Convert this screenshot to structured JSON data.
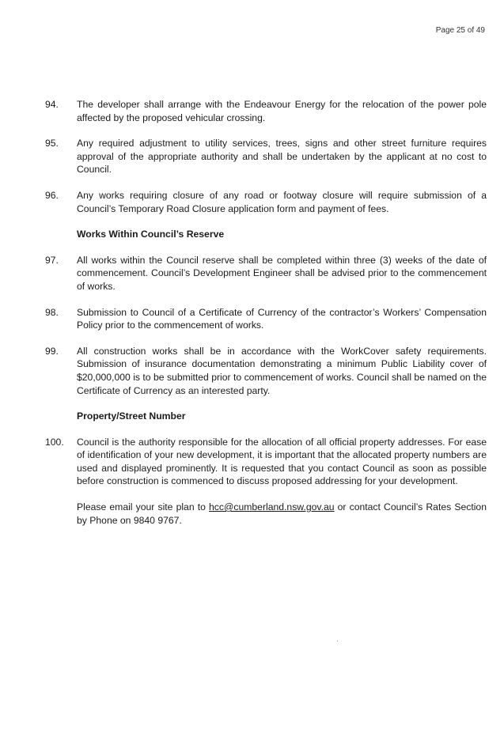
{
  "page_number": "Page 25 of 49",
  "items_a": [
    {
      "num": "94.",
      "text": "The developer shall arrange with the Endeavour Energy for the relocation of the power pole affected by the proposed vehicular crossing."
    },
    {
      "num": "95.",
      "text": "Any required adjustment to utility services, trees, signs and other street furniture requires approval of the appropriate authority and shall be undertaken by the applicant at no cost to Council."
    },
    {
      "num": "96.",
      "text": "Any works requiring closure of any road or footway closure will require submission of a Council’s Temporary Road Closure application form and payment of fees."
    }
  ],
  "heading_reserve": "Works Within Council’s Reserve",
  "items_b": [
    {
      "num": "97.",
      "text": "All works within the Council reserve shall be completed within three (3) weeks of the date of commencement.   Council’s Development Engineer shall be advised prior to the commencement of works."
    },
    {
      "num": "98.",
      "text": "Submission to Council of a Certificate of Currency of the contractor’s Workers’ Compensation Policy prior to the commencement of works."
    },
    {
      "num": "99.",
      "text": "All construction works shall be in accordance with the WorkCover safety requirements. Submission of insurance documentation demonstrating a minimum Public Liability cover of $20,000,000 is to be submitted prior to commencement of works. Council shall be named on the Certificate of Currency as an interested party."
    }
  ],
  "heading_property": "Property/Street Number",
  "item_100": {
    "num": "100.",
    "text": "Council is the authority responsible for the allocation of all official property addresses. For ease of identification of your new development, it is important that the allocated property numbers are used and displayed prominently. It is requested that you contact Council as soon as possible before construction is commenced to discuss proposed addressing for your development."
  },
  "contact": {
    "before": "Please email your site plan to ",
    "email": "hcc@cumberland.nsw.gov.au",
    "after": " or contact Council’s Rates Section by Phone on 9840 9767."
  }
}
